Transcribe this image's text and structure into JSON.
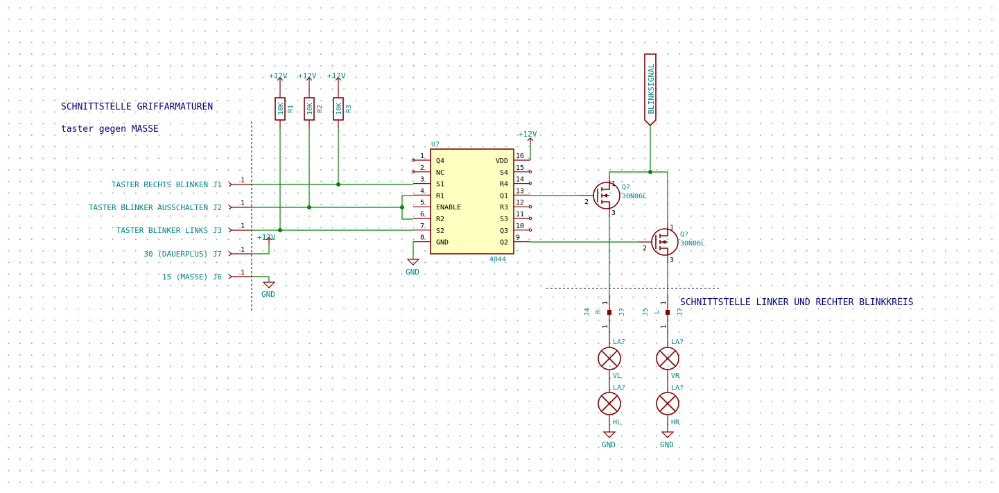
{
  "notes": {
    "interface_title": "SCHNITTSTELLE GRIFFARMATUREN",
    "interface_subtitle": "taster gegen MASSE",
    "right_interface": "SCHNITTSTELLE LINKER UND RECHTER BLINKKREIS"
  },
  "connectors": [
    {
      "label": "TASTER RECHTS BLINKEN J1",
      "pin": "1"
    },
    {
      "label": "TASTER BLINKER AUSSCHALTEN J2",
      "pin": "1"
    },
    {
      "label": "TASTER BLINKER LINKS J3",
      "pin": "1"
    },
    {
      "label": "30 (DAUERPLUS) J7",
      "pin": "1"
    },
    {
      "label": "15 (MASSE) J6",
      "pin": "1"
    }
  ],
  "power": {
    "vcc": "+12V",
    "gnd": "GND"
  },
  "resistors": [
    {
      "value": "10K",
      "ref": "R1"
    },
    {
      "value": "10K",
      "ref": "R2"
    },
    {
      "value": "10K",
      "ref": "R3"
    }
  ],
  "ic": {
    "ref": "U?",
    "value": "4044",
    "left_pins": [
      {
        "num": "1",
        "name": "Q4"
      },
      {
        "num": "2",
        "name": "NC"
      },
      {
        "num": "3",
        "name": "S1"
      },
      {
        "num": "4",
        "name": "R1"
      },
      {
        "num": "5",
        "name": "ENABLE"
      },
      {
        "num": "6",
        "name": "R2"
      },
      {
        "num": "7",
        "name": "S2"
      },
      {
        "num": "8",
        "name": "GND"
      }
    ],
    "right_pins": [
      {
        "num": "16",
        "name": "VDD"
      },
      {
        "num": "15",
        "name": "S4"
      },
      {
        "num": "14",
        "name": "R4"
      },
      {
        "num": "13",
        "name": "Q1"
      },
      {
        "num": "12",
        "name": "R3"
      },
      {
        "num": "11",
        "name": "S3"
      },
      {
        "num": "10",
        "name": "Q3"
      },
      {
        "num": "9",
        "name": "Q2"
      }
    ]
  },
  "global_label": "BLINKSIGNAL",
  "transistors": [
    {
      "ref": "Q?",
      "value": "30N06L",
      "pin_g": "2",
      "pin_d": "1",
      "pin_s": "3"
    },
    {
      "ref": "Q?",
      "value": "30N06L",
      "pin_g": "2",
      "pin_d": "1",
      "pin_s": "3"
    }
  ],
  "out_connectors": [
    {
      "ref": "J4",
      "value": "R",
      "ref2": "J?",
      "pin": "1"
    },
    {
      "ref": "J5",
      "value": "L",
      "ref2": "J?",
      "pin": "1"
    }
  ],
  "lamps": [
    {
      "ref": "LA?",
      "value": "VL"
    },
    {
      "ref": "LA?",
      "value": "HL"
    },
    {
      "ref": "LA?",
      "value": "VR"
    },
    {
      "ref": "LA?",
      "value": "HR"
    }
  ],
  "colors": {
    "wire": "#008400",
    "component": "#840000",
    "label": "#008484",
    "note": "#000084",
    "ic_fill": "#ffffc2"
  }
}
